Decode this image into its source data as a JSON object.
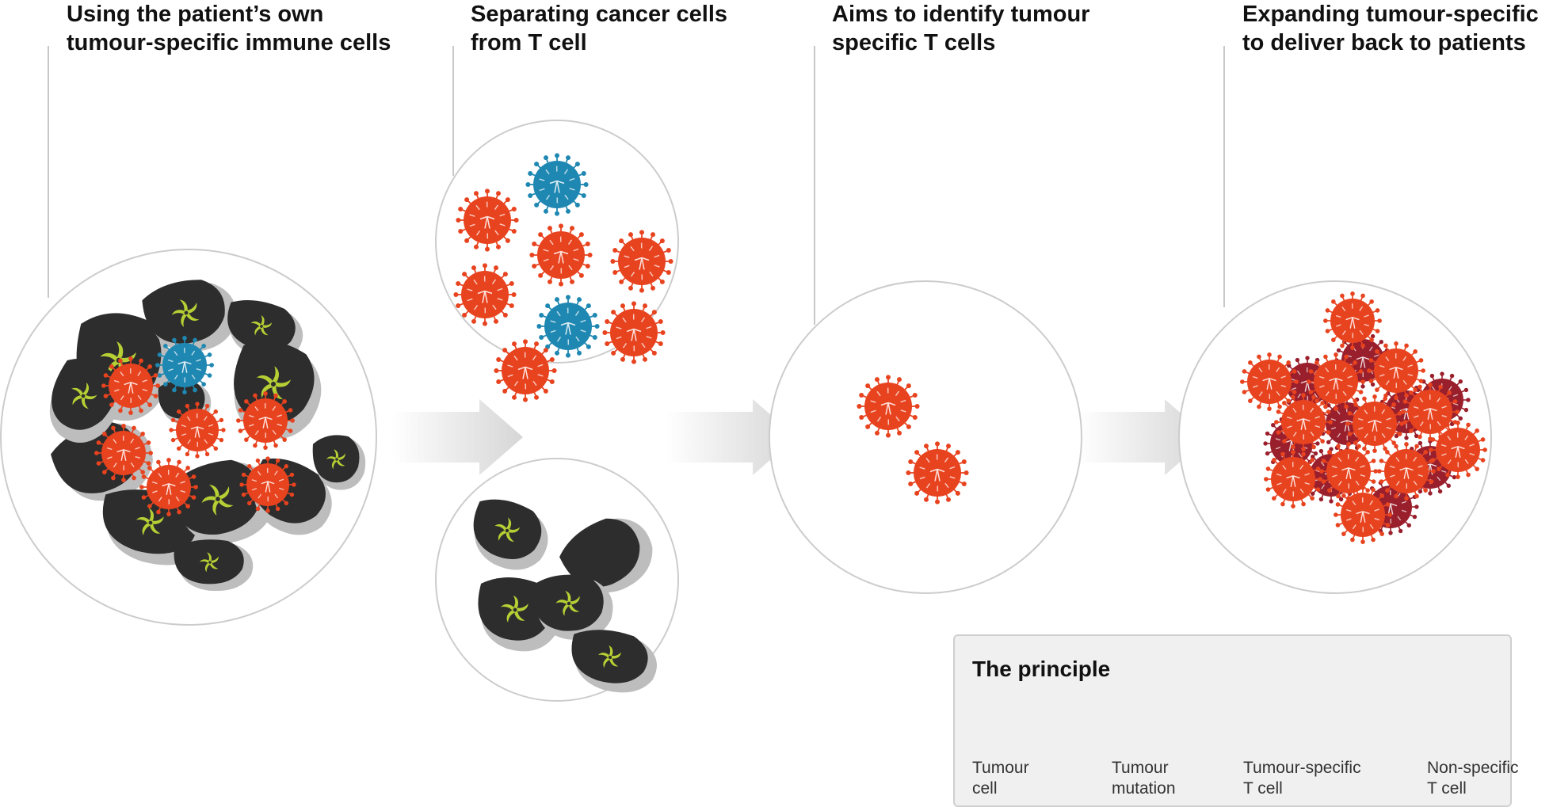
{
  "steps": [
    {
      "title_line1": "Using the patient’s own",
      "title_line2": "tumour-specific immune cells"
    },
    {
      "title_line1": "Separating cancer cells",
      "title_line2": "from T cell"
    },
    {
      "title_line1": "Aims to identify tumour",
      "title_line2": "specific T cells"
    },
    {
      "title_line1": "Expanding tumour-specific",
      "title_line2": "to deliver back to patients"
    }
  ],
  "legend": {
    "title": "The principle",
    "items": [
      {
        "line1": "Tumour",
        "line2": "cell",
        "icon": "tumour-cell-icon"
      },
      {
        "line1": "Tumour",
        "line2": "mutation",
        "icon": "mutation-icon"
      },
      {
        "line1": "Tumour-specific",
        "line2": "T cell",
        "icon": "tcell-icon"
      },
      {
        "line1": "Non-specific",
        "line2": "T cell",
        "icon": "tcell-icon"
      }
    ]
  },
  "colors": {
    "tumour_specific_tcell": "#e8431f",
    "non_specific_tcell": "#1f88b2",
    "expanded_tcell_dark": "#9a1f2c",
    "tumour_cell": "#2d2d2d",
    "tumour_shadow": "#bdbdbd",
    "mutation": "#b6cf34",
    "arrow": "#dcdcdc",
    "circle_border": "#cccccc"
  }
}
